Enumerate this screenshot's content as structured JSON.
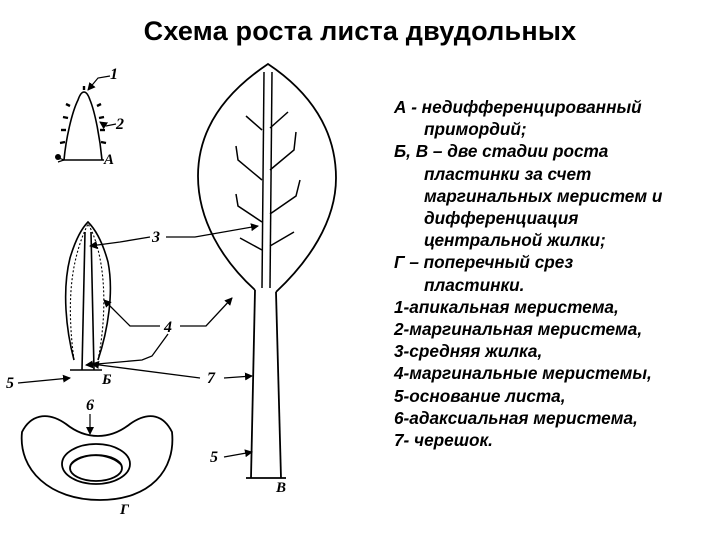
{
  "title": "Схема роста листа двудольных",
  "figure": {
    "stage_letters": {
      "a": "А",
      "b": "Б",
      "v": "В",
      "g": "Г"
    },
    "part_numbers": {
      "n1": "1",
      "n2": "2",
      "n3": "3",
      "n4": "4",
      "n5a": "5",
      "n5b": "5",
      "n6": "6",
      "n7": "7"
    }
  },
  "legend": {
    "lines": [
      "А - недифференцированный",
      "примордий;",
      "Б, В – две стадии роста",
      "пластинки за счет",
      "маргинальных меристем и",
      "дифференциация",
      "центральной жилки;",
      "Г – поперечный срез",
      "пластинки.",
      "1-апикальная меристема,",
      "2-маргинальная меристема,",
      "3-средняя жилка,",
      "4-маргинальные меристемы,",
      "5-основание листа,",
      "6-адаксиальная меристема,",
      "7- черешок."
    ]
  }
}
